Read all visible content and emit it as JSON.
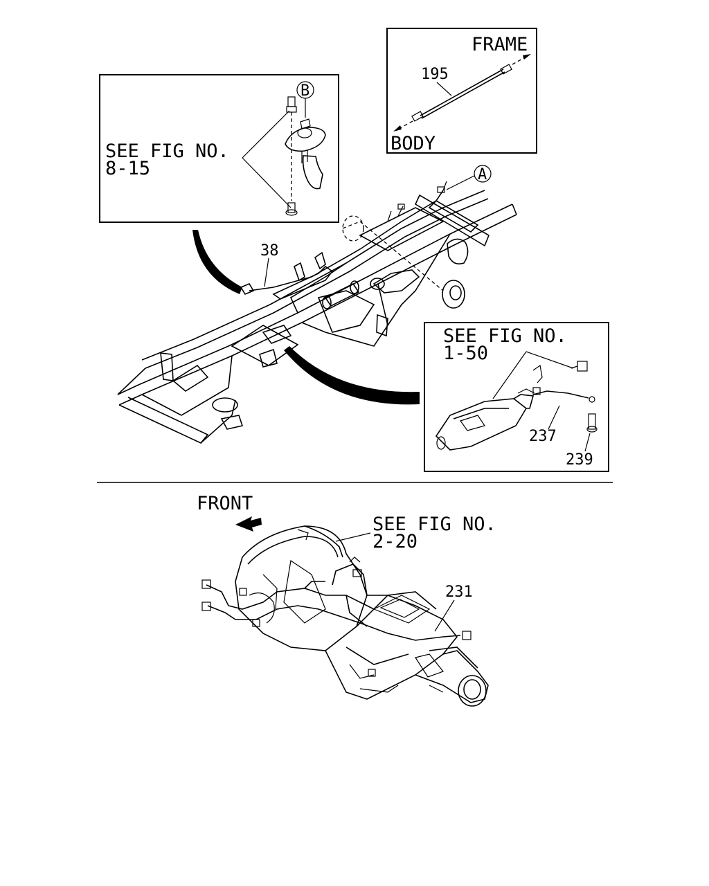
{
  "inset_frame_body": {
    "frame_label": "FRAME",
    "body_label": "BODY",
    "part_195": "195"
  },
  "inset_fig_8_15": {
    "see_line1": "SEE FIG NO.",
    "see_line2": "8-15",
    "callout_b": "B"
  },
  "inset_fig_1_50": {
    "see_line1": "SEE FIG NO.",
    "see_line2": "1-50",
    "part_237": "237",
    "part_239": "239"
  },
  "chassis": {
    "part_38": "38",
    "callout_a": "A"
  },
  "transmission": {
    "front_label": "FRONT",
    "see_line1": "SEE FIG NO.",
    "see_line2": "2-20",
    "part_231": "231"
  }
}
